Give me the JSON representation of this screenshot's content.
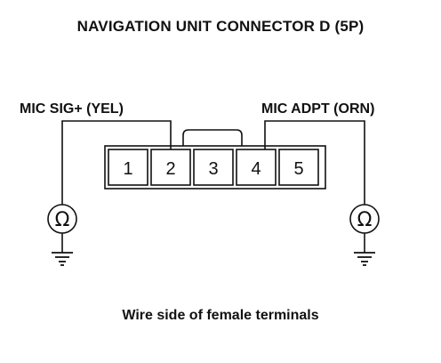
{
  "title": "NAVIGATION UNIT CONNECTOR D (5P)",
  "left_label": "MIC SIG+ (YEL)",
  "right_label": "MIC ADPT (ORN)",
  "terminals": [
    "1",
    "2",
    "3",
    "4",
    "5"
  ],
  "meter_symbol": "Ω",
  "caption": "Wire side of female terminals",
  "meters": [
    {
      "name": "left-ohmmeter",
      "connected_terminal": "2",
      "icon": "ohmmeter-icon"
    },
    {
      "name": "right-ohmmeter",
      "connected_terminal": "4",
      "icon": "ohmmeter-icon"
    }
  ],
  "ground_icon": "ground-icon"
}
